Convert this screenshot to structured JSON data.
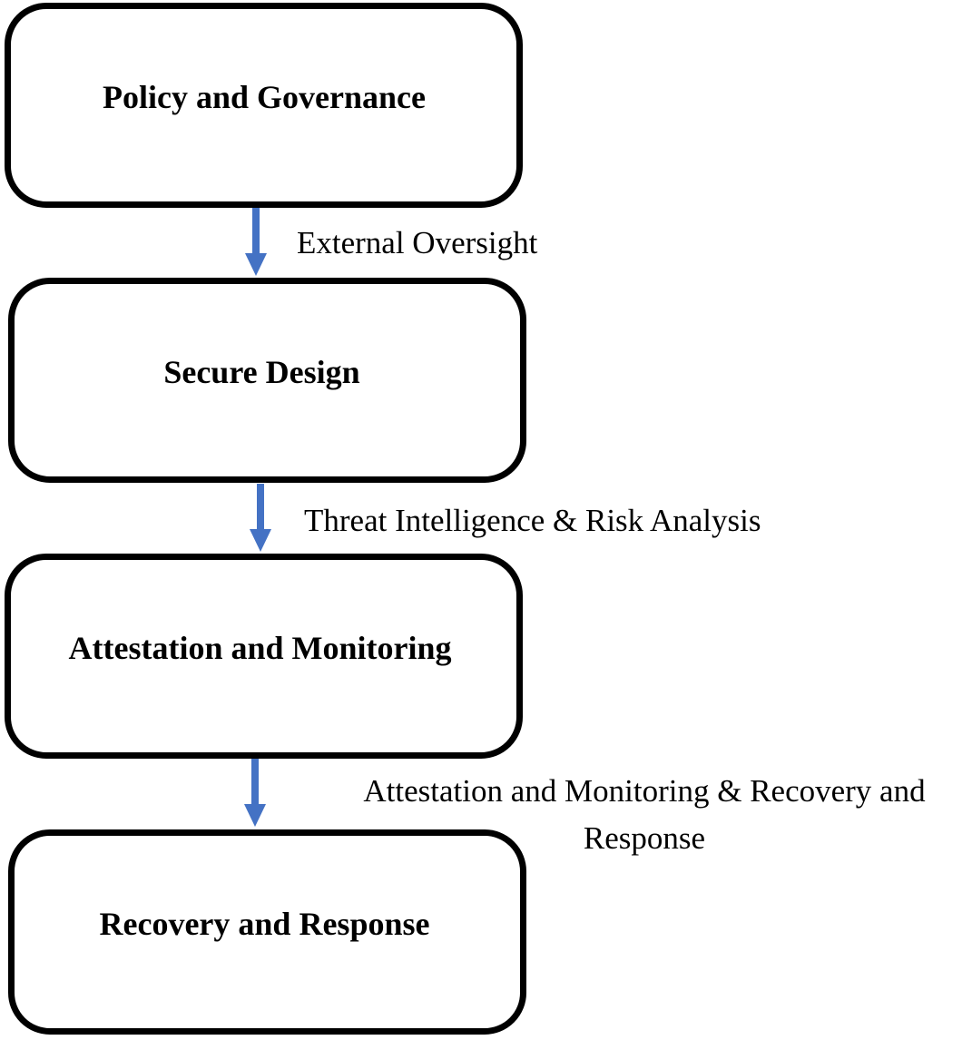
{
  "diagram": {
    "nodes": [
      {
        "id": "policy",
        "label": "Policy and Governance"
      },
      {
        "id": "design",
        "label": "Secure Design"
      },
      {
        "id": "attestation",
        "label": "Attestation and Monitoring"
      },
      {
        "id": "recovery",
        "label": "Recovery and Response"
      }
    ],
    "edges": [
      {
        "from": "policy",
        "to": "design",
        "label": "External Oversight"
      },
      {
        "from": "design",
        "to": "attestation",
        "label": "Threat Intelligence & Risk Analysis"
      },
      {
        "from": "attestation",
        "to": "recovery",
        "label": "Attestation and Monitoring & Recovery and Response"
      }
    ],
    "colors": {
      "box_border": "#000000",
      "arrow": "#4472C4",
      "background": "#ffffff"
    }
  }
}
